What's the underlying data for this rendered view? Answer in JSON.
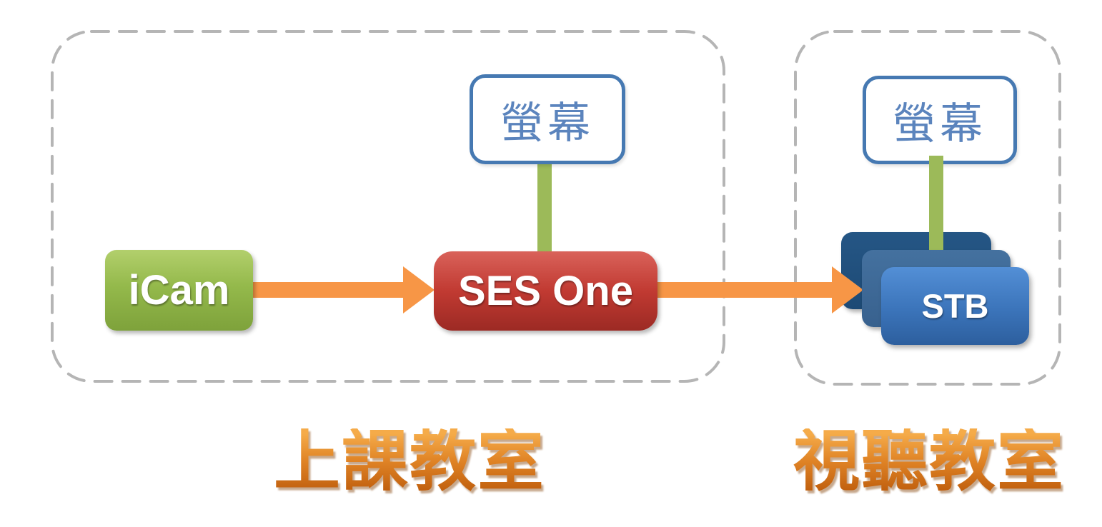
{
  "zones": {
    "classroom": {
      "label": "上課教室"
    },
    "av_room": {
      "label": "視聽教室"
    }
  },
  "nodes": {
    "icam": {
      "label": "iCam"
    },
    "ses_one": {
      "label": "SES One"
    },
    "screen_left": {
      "label": "螢幕"
    },
    "screen_right": {
      "label": "螢幕"
    },
    "stb": {
      "label": "STB",
      "stack_count": 3
    }
  },
  "connections": [
    {
      "from": "iCam",
      "to": "SES One",
      "type": "orange-arrow"
    },
    {
      "from": "SES One",
      "to": "STB",
      "type": "orange-arrow"
    },
    {
      "from": "螢幕",
      "to": "SES One",
      "type": "green-line"
    },
    {
      "from": "螢幕",
      "to": "STB",
      "type": "green-line"
    }
  ],
  "colors": {
    "icam_green": "#8fb540",
    "ses_red": "#bf3a31",
    "stb_blue_front": "#3b74ba",
    "stb_blue_middle": "#3f6b9d",
    "stb_blue_back": "#1f4e7e",
    "screen_border_blue": "#4679b2",
    "screen_text_blue": "#5b84bd",
    "connector_green": "#9cba59",
    "arrow_orange": "#f79646",
    "zone_dash_gray": "#b5b5b5",
    "label_orange_top": "#f5ab49",
    "label_orange_bottom": "#c2610f"
  }
}
